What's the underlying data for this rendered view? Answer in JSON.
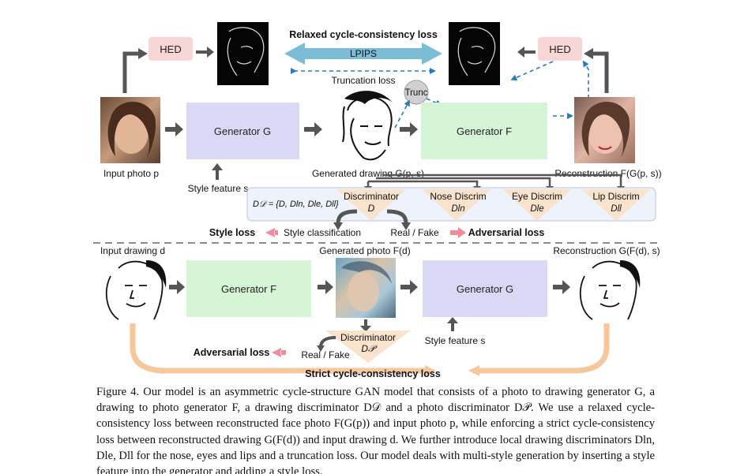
{
  "top": {
    "hed_left": "HED",
    "hed_right": "HED",
    "relaxed_loss": "Relaxed cycle-consistency loss",
    "lpips": "LPIPS",
    "truncation_loss": "Truncation loss",
    "trunc": "Trunc",
    "input_photo": "Input photo p",
    "generator_g": "Generator G",
    "generated_drawing": "Generated drawing G(p, s)",
    "generator_f": "Generator F",
    "reconstruction": "Reconstruction F(G(p, s))",
    "style_feature": "Style feature s"
  },
  "discriminators": {
    "formula": "D𝒟 = {D, Dln, Dle, Dll}",
    "main_title": "Discriminator",
    "main_sym": "D",
    "nose_title": "Nose Discrim",
    "nose_sym": "Dln",
    "eye_title": "Eye Discrim",
    "eye_sym": "Dle",
    "lip_title": "Lip Discrim",
    "lip_sym": "Dll",
    "style_loss": "Style loss",
    "style_classification": "Style classification",
    "real_fake": "Real / Fake",
    "adversarial_loss": "Adversarial loss"
  },
  "bottom": {
    "input_drawing": "Input drawing d",
    "generator_f": "Generator F",
    "generated_photo": "Generated photo F(d)",
    "generator_g": "Generator G",
    "reconstruction": "Reconstruction G(F(d), s)",
    "disc_title": "Discriminator",
    "disc_sym": "D𝒫",
    "style_feature": "Style feature s",
    "adversarial_loss": "Adversarial loss",
    "real_fake": "Real / Fake",
    "strict_loss": "Strict cycle-consistency loss"
  },
  "caption": "Figure 4. Our model is an asymmetric cycle-structure GAN model that consists of a photo to drawing generator G, a drawing to photo generator F, a drawing discriminator D𝒟 and a photo discriminator D𝒫. We use a relaxed cycle-consistency loss between reconstructed face photo F(G(p)) and input photo p, while enforcing a strict cycle-consistency loss between reconstructed drawing G(F(d)) and input drawing d. We further introduce local drawing discriminators Dln, Dle, Dll for the nose, eyes and lips and a truncation loss. Our model deals with multi-style generation by inserting a style feature into the generator and adding a style loss.",
  "colors": {
    "generator_g": "#d9d9f5",
    "generator_f": "#d6f5d6",
    "hed": "#f9d6d6",
    "discriminator": "#f9e3cc",
    "lpips": "#7bbcd6",
    "pink_arrow": "#f28b9c",
    "orange_loop": "#f5c79a",
    "blue_dashed": "#2b7bb9",
    "panel": "#eef2fa"
  }
}
